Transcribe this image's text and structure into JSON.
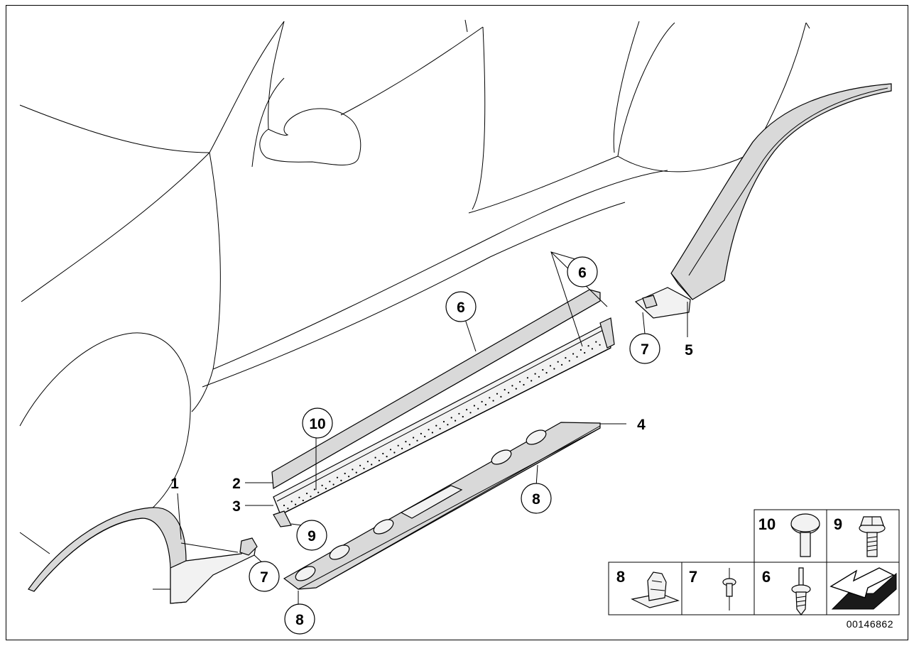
{
  "diagram": {
    "drawing_number": "00146862",
    "callouts": {
      "c1": "1",
      "c2": "2",
      "c3": "3",
      "c4": "4",
      "c5": "5",
      "c6_top": "6",
      "c6_mid": "6",
      "c7_left": "7",
      "c7_right": "7",
      "c8_lower": "8",
      "c8_right": "8",
      "c9": "9",
      "c10": "10"
    },
    "legend": {
      "top_row": [
        {
          "number": "10",
          "icon": "mushroom-bolt-icon"
        },
        {
          "number": "9",
          "icon": "hex-flange-bolt-icon"
        }
      ],
      "bottom_row": [
        {
          "number": "8",
          "icon": "clip-nut-icon"
        },
        {
          "number": "7",
          "icon": "rivet-icon"
        },
        {
          "number": "6",
          "icon": "expanding-rivet-icon"
        },
        {
          "number": "",
          "icon": "arrow-left-icon"
        }
      ]
    }
  }
}
